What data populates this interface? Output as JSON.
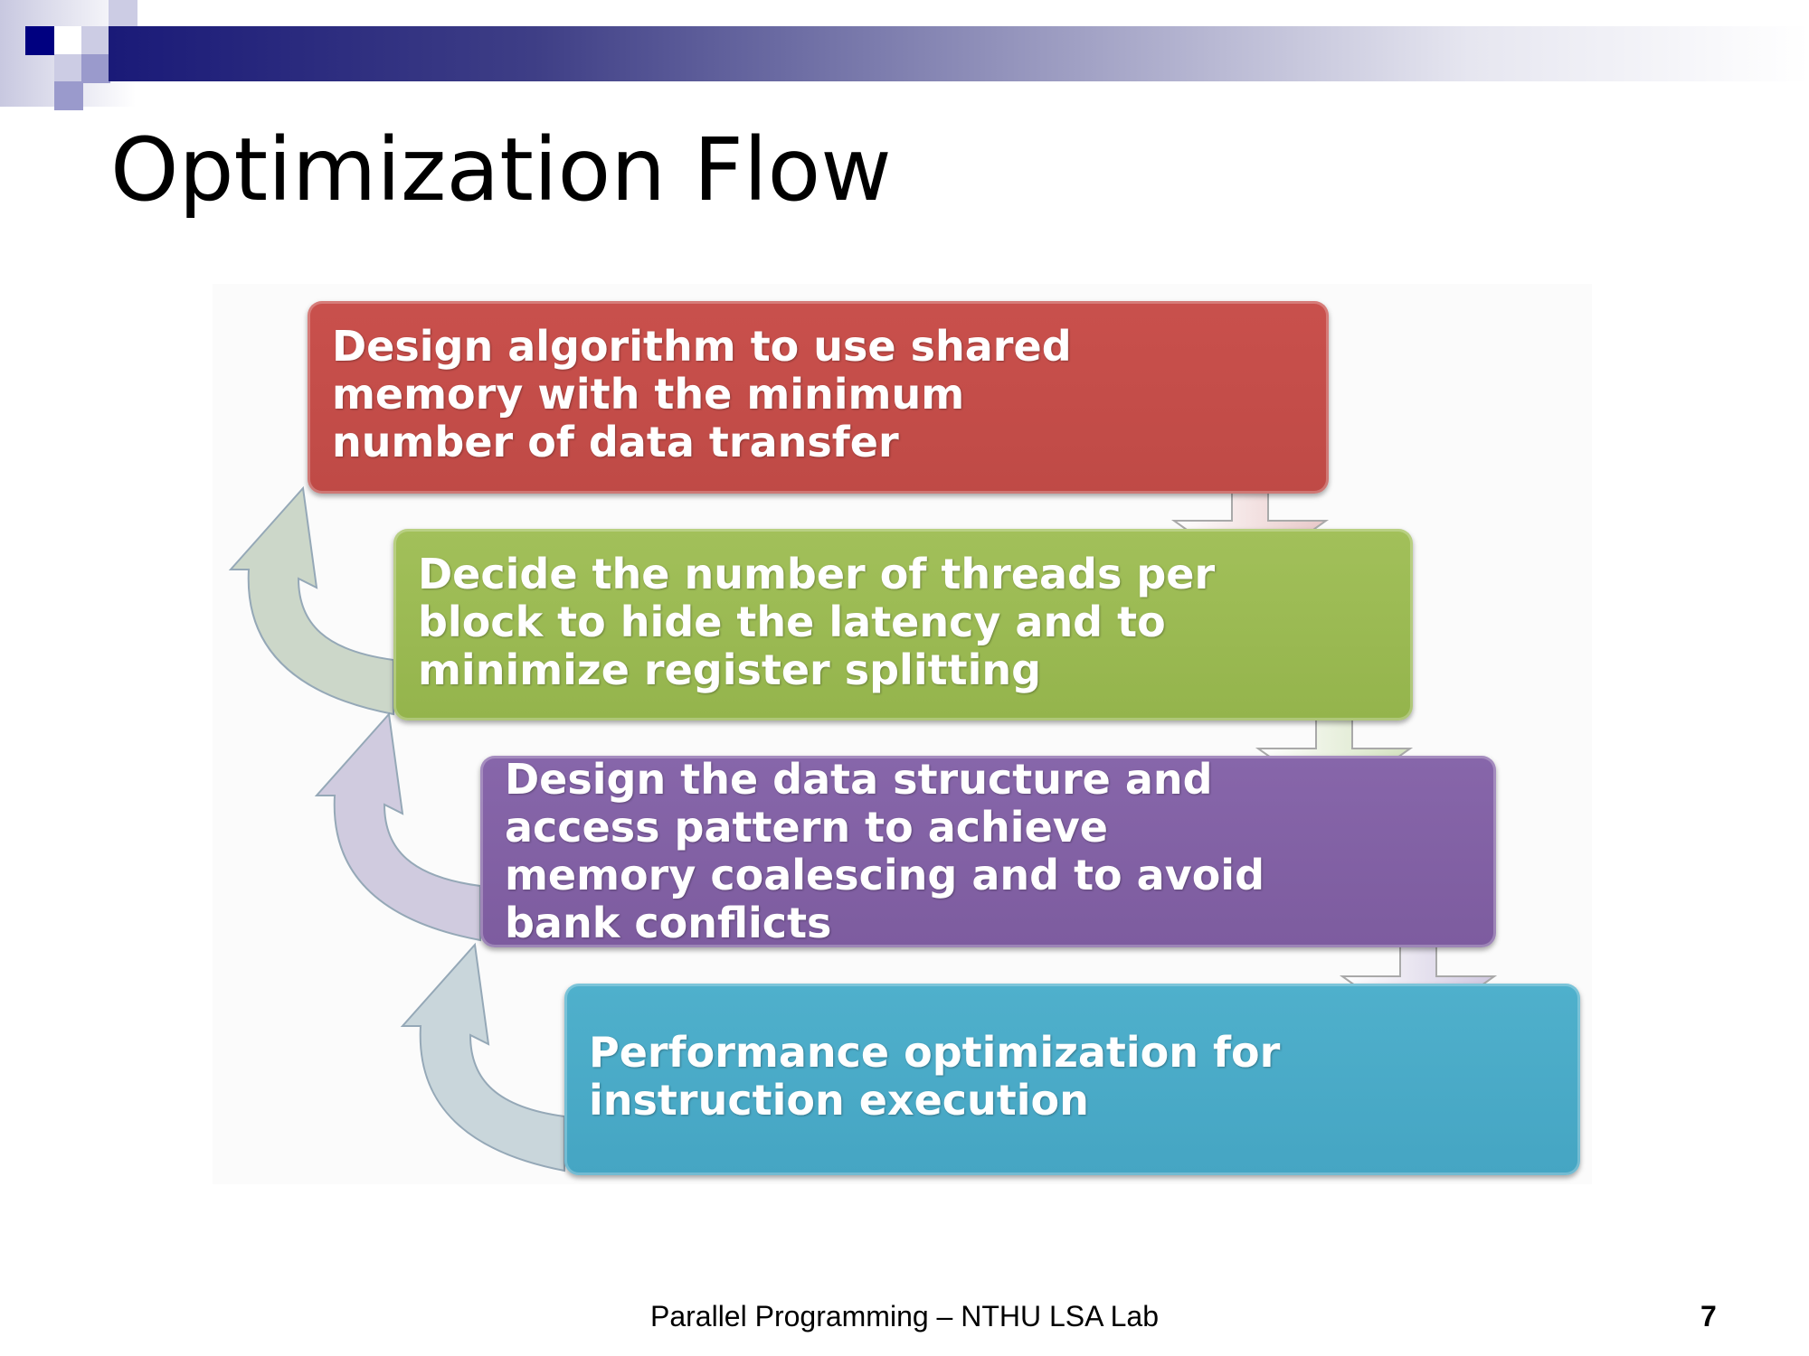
{
  "slide": {
    "title": "Optimization Flow",
    "steps": [
      {
        "lines": [
          "Design algorithm to use shared",
          "memory with the minimum",
          "number of data transfer"
        ],
        "color": "#c44d49"
      },
      {
        "lines": [
          "Decide the number of threads per",
          "block to hide the latency and to",
          "minimize register splitting"
        ],
        "color": "#9bbb53"
      },
      {
        "lines": [
          "Design the data structure and",
          "access pattern to achieve",
          "memory coalescing  and to avoid",
          "bank conflicts"
        ],
        "color": "#8261a5"
      },
      {
        "lines": [
          "Performance  optimization for",
          "instruction  execution"
        ],
        "color": "#4aaac8"
      }
    ],
    "footer": "Parallel Programming – NTHU LSA Lab",
    "page_number": "7"
  }
}
